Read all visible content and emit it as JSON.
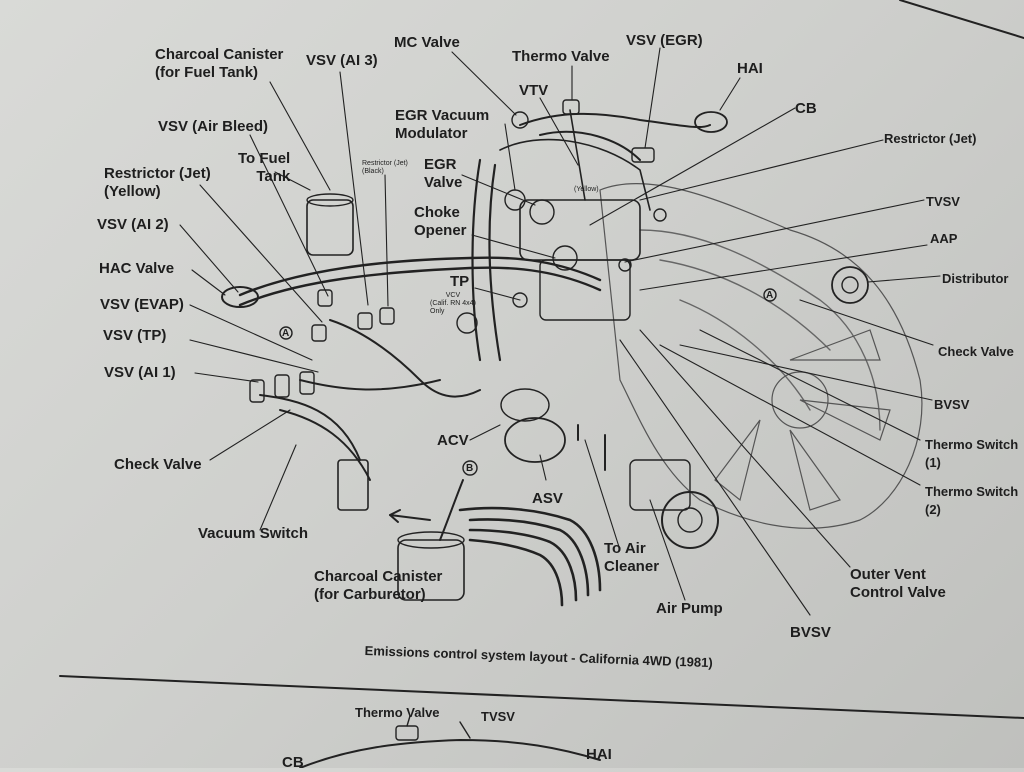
{
  "diagram": {
    "caption": "Emissions control system layout - California 4WD (1981)",
    "labels": {
      "charcoal_canister_fuel_tank_1": "Charcoal Canister",
      "charcoal_canister_fuel_tank_2": "(for Fuel Tank)",
      "vsv_ai3": "VSV (AI 3)",
      "mc_valve": "MC Valve",
      "thermo_valve": "Thermo Valve",
      "vsv_egr": "VSV (EGR)",
      "hai": "HAI",
      "vtv": "VTV",
      "cb": "CB",
      "egr_vacuum_modulator_1": "EGR Vacuum",
      "egr_vacuum_modulator_2": "Modulator",
      "restrictor_jet_right": "Restrictor (Jet)",
      "vsv_air_bleed": "VSV (Air Bleed)",
      "to_fuel_tank_1": "To Fuel",
      "to_fuel_tank_2": "Tank",
      "restrictor_jet_black_1": "Restrictor (Jet)",
      "restrictor_jet_black_2": "(Black)",
      "egr_valve_1": "EGR",
      "egr_valve_2": "Valve",
      "yellow_small": "(Yellow)",
      "restrictor_jet_yellow_1": "Restrictor (Jet)",
      "restrictor_jet_yellow_2": "(Yellow)",
      "choke_opener_1": "Choke",
      "choke_opener_2": "Opener",
      "tvsv": "TVSV",
      "vsv_ai2": "VSV (AI 2)",
      "aap": "AAP",
      "hac_valve": "HAC Valve",
      "tp": "TP",
      "vcv_1": "VCV",
      "vcv_2": "(Calif. RN 4x4)",
      "vcv_3": "Only",
      "distributor": "Distributor",
      "vsv_evap": "VSV (EVAP)",
      "circle_a_left": "A",
      "circle_a_right": "A",
      "vsv_tp": "VSV (TP)",
      "check_valve_right": "Check Valve",
      "vsv_ai1": "VSV (AI 1)",
      "bvsv_right": "BVSV",
      "thermo_switch_1_a": "Thermo Switch",
      "thermo_switch_1_b": "(1)",
      "acv": "ACV",
      "check_valve_left": "Check Valve",
      "circle_b": "B",
      "thermo_switch_2_a": "Thermo Switch",
      "thermo_switch_2_b": "(2)",
      "asv": "ASV",
      "vacuum_switch": "Vacuum Switch",
      "to_air_cleaner_1": "To Air",
      "to_air_cleaner_2": "Cleaner",
      "outer_vent_1": "Outer Vent",
      "outer_vent_2": "Control Valve",
      "charcoal_canister_carb_1": "Charcoal Canister",
      "charcoal_canister_carb_2": "(for Carburetor)",
      "air_pump": "Air Pump",
      "bvsv_bottom": "BVSV",
      "bottom_thermo_valve": "Thermo Valve",
      "bottom_tvsv": "TVSV",
      "bottom_hai": "HAI",
      "bottom_cb": "CB"
    }
  }
}
